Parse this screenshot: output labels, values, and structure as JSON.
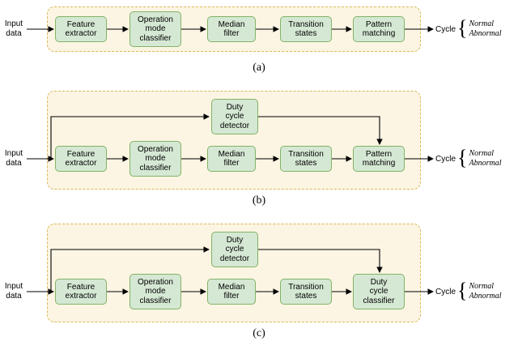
{
  "figure": {
    "colors": {
      "box_fill": "#d5e8d4",
      "box_border": "#82b366",
      "panel_fill": "#fcf5e3",
      "panel_border": "#d9b95c",
      "arrow": "#000000"
    },
    "diagrams": [
      {
        "caption": "(a)",
        "input_label": "Input\ndata",
        "boxes": [
          {
            "label": "Feature\nextractor"
          },
          {
            "label": "Operation\nmode\nclassifier"
          },
          {
            "label": "Median\nfilter"
          },
          {
            "label": "Transition\nstates"
          },
          {
            "label": "Pattern\nmatching"
          }
        ],
        "output": {
          "label": "Cycle",
          "brace": "{",
          "options": [
            "Normal",
            "Abnormal"
          ]
        }
      },
      {
        "caption": "(b)",
        "input_label": "Input\ndata",
        "branch_box": {
          "label": "Duty\ncycle\ndetector"
        },
        "boxes": [
          {
            "label": "Feature\nextractor"
          },
          {
            "label": "Operation\nmode\nclassifier"
          },
          {
            "label": "Median\nfilter"
          },
          {
            "label": "Transition\nstates"
          },
          {
            "label": "Pattern\nmatching"
          }
        ],
        "output": {
          "label": "Cycle",
          "brace": "{",
          "options": [
            "Normal",
            "Abnormal"
          ]
        }
      },
      {
        "caption": "(c)",
        "input_label": "Input\ndata",
        "branch_box": {
          "label": "Duty\ncycle\ndetector"
        },
        "boxes": [
          {
            "label": "Feature\nextractor"
          },
          {
            "label": "Operation\nmode\nclassifier"
          },
          {
            "label": "Median\nfilter"
          },
          {
            "label": "Transition\nstates"
          },
          {
            "label": "Duty\ncycle\nclassifier"
          }
        ],
        "output": {
          "label": "Cycle",
          "brace": "{",
          "options": [
            "Normal",
            "Abnormal"
          ]
        }
      }
    ]
  }
}
